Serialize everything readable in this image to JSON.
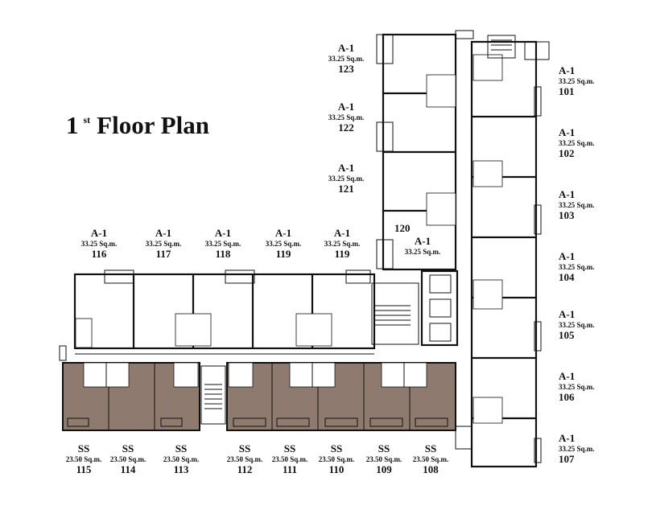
{
  "title": {
    "number": "1",
    "sup": "st",
    "text": "Floor Plan"
  },
  "colors": {
    "shaded_units": "#8e7a6e",
    "walls": "#111111"
  },
  "units_left": [
    {
      "type": "A-1",
      "area": "33.25 Sq.m.",
      "number": "123"
    },
    {
      "type": "A-1",
      "area": "33.25 Sq.m.",
      "number": "122"
    },
    {
      "type": "A-1",
      "area": "33.25 Sq.m.",
      "number": "121"
    }
  ],
  "unit_120": {
    "type": "A-1",
    "area": "33.25 Sq.m.",
    "number": "120"
  },
  "units_right": [
    {
      "type": "A-1",
      "area": "33.25 Sq.m.",
      "number": "101"
    },
    {
      "type": "A-1",
      "area": "33.25 Sq.m.",
      "number": "102"
    },
    {
      "type": "A-1",
      "area": "33.25 Sq.m.",
      "number": "103"
    },
    {
      "type": "A-1",
      "area": "33.25 Sq.m.",
      "number": "104"
    },
    {
      "type": "A-1",
      "area": "33.25 Sq.m.",
      "number": "105"
    },
    {
      "type": "A-1",
      "area": "33.25 Sq.m.",
      "number": "106"
    },
    {
      "type": "A-1",
      "area": "33.25 Sq.m.",
      "number": "107"
    }
  ],
  "units_top": [
    {
      "type": "A-1",
      "area": "33.25 Sq.m.",
      "number": "116"
    },
    {
      "type": "A-1",
      "area": "33.25 Sq.m.",
      "number": "117"
    },
    {
      "type": "A-1",
      "area": "33.25 Sq.m.",
      "number": "118"
    },
    {
      "type": "A-1",
      "area": "33.25 Sq.m.",
      "number": "119"
    },
    {
      "type": "A-1",
      "area": "33.25 Sq.m.",
      "number": "119"
    }
  ],
  "units_bottom": [
    {
      "type": "SS",
      "area": "23.50 Sq.m.",
      "number": "115"
    },
    {
      "type": "SS",
      "area": "23.50 Sq.m.",
      "number": "114"
    },
    {
      "type": "SS",
      "area": "23.50 Sq.m.",
      "number": "113"
    },
    {
      "type": "SS",
      "area": "23.50 Sq.m.",
      "number": "112"
    },
    {
      "type": "SS",
      "area": "23.50 Sq.m.",
      "number": "111"
    },
    {
      "type": "SS",
      "area": "23.50 Sq.m.",
      "number": "110"
    },
    {
      "type": "SS",
      "area": "23.50 Sq.m.",
      "number": "109"
    },
    {
      "type": "SS",
      "area": "23.50 Sq.m.",
      "number": "108"
    }
  ]
}
